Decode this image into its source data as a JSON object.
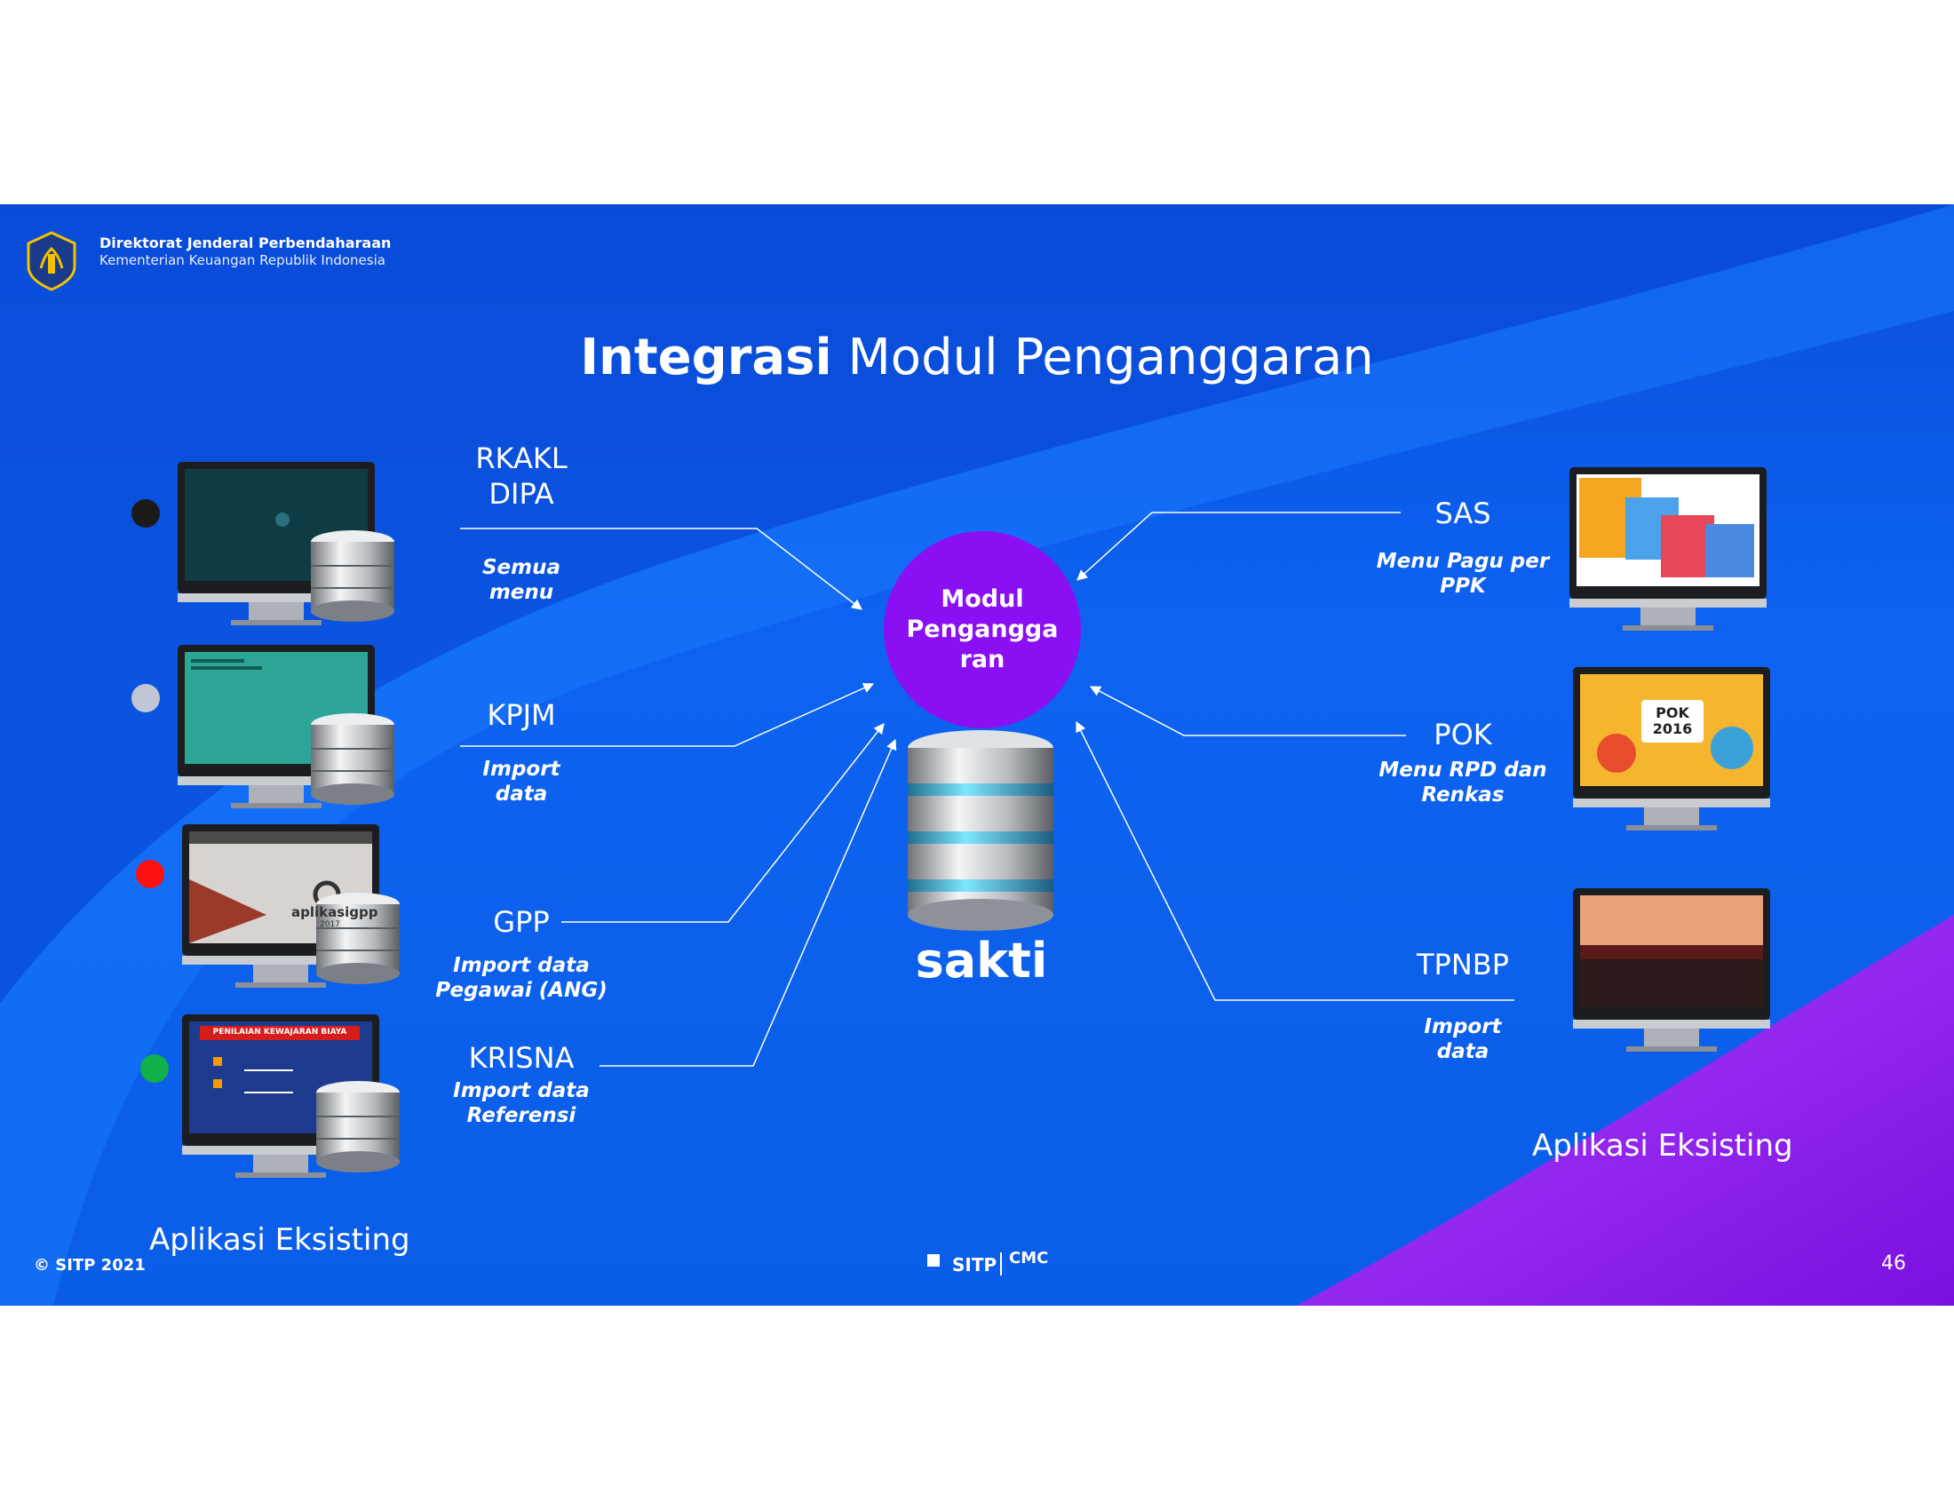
{
  "header": {
    "org_name": "Direktorat Jenderal Perbendaharaan",
    "org_sub": "Kementerian Keuangan Republik Indonesia"
  },
  "title": {
    "bold": "Integrasi",
    "rest": " Modul Penganggaran"
  },
  "center": {
    "module_label": "Modul Penganggaran",
    "module_display": "Modul Pengangga ran",
    "db_label": "sakti"
  },
  "left_apps": [
    {
      "label": "RKAKL\nDIPA",
      "sub": "Semua\nmenu",
      "dot_color": "#1a1a1a"
    },
    {
      "label": "KPJM",
      "sub": "Import\ndata",
      "dot_color": "#c0c6d4"
    },
    {
      "label": "GPP",
      "sub": "Import data\nPegawai (ANG)",
      "dot_color": "#ff1010"
    },
    {
      "label": "KRISNA",
      "sub": "Import data\nReferensi",
      "dot_color": "#10b04a"
    }
  ],
  "right_apps": [
    {
      "label": "SAS",
      "sub": "Menu Pagu per\nPPK"
    },
    {
      "label": "POK",
      "sub": "Menu RPD dan\nRenkas"
    },
    {
      "label": "TPNBP",
      "sub": "Import\ndata"
    }
  ],
  "screens": {
    "gpp_text": "aplikasigpp",
    "gpp_year": "2017",
    "krisna_header": "PENILAIAN KEWAJARAN BIAYA",
    "pok_text": "POK",
    "pok_year": "2016"
  },
  "captions": {
    "left": "Aplikasi Eksisting",
    "right": "Aplikasi Eksisting"
  },
  "footer": {
    "copyright": "© SITP 2021",
    "logo_sitp": "SITP",
    "logo_cmc": "CMC",
    "page_number": "46"
  },
  "colors": {
    "background": "#0d63f0",
    "module_circle": "#8a0ff2",
    "accent_purple": "#a040ff"
  }
}
